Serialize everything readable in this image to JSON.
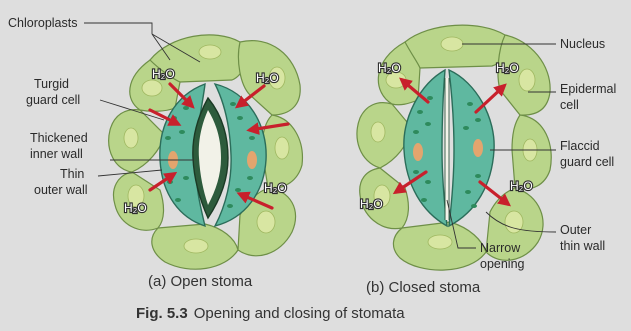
{
  "figure": {
    "number": "Fig. 5.3",
    "title": "Opening and closing of stomata"
  },
  "panels": {
    "open": {
      "caption": "(a) Open stoma",
      "labels": {
        "chloroplasts": "Chloroplasts",
        "turgid_line1": "Turgid",
        "turgid_line2": "guard cell",
        "thick_line1": "Thickened",
        "thick_line2": "inner wall",
        "thin_line1": "Thin",
        "thin_line2": "outer wall"
      },
      "water_labels": [
        "H₂O",
        "H₂O",
        "H₂O",
        "H₂O"
      ]
    },
    "closed": {
      "caption": "(b) Closed stoma",
      "labels": {
        "nucleus": "Nucleus",
        "epi_line1": "Epidermal",
        "epi_line2": "cell",
        "flaccid_line1": "Flaccid",
        "flaccid_line2": "guard cell",
        "outer_line1": "Outer",
        "outer_line2": "thin wall",
        "narrow_line1": "Narrow",
        "narrow_line2": "opening"
      },
      "water_labels": [
        "H₂O",
        "H₂O",
        "H₂O",
        "H₂O"
      ]
    }
  },
  "colors": {
    "epidermal_cell": "#b9d58a",
    "guard_cell": "#5fb8a0",
    "chloroplast": "#2e8a5c",
    "guard_nucleus": "#e3a56e",
    "water_arrow": "#c8202c",
    "background": "#dedede"
  }
}
